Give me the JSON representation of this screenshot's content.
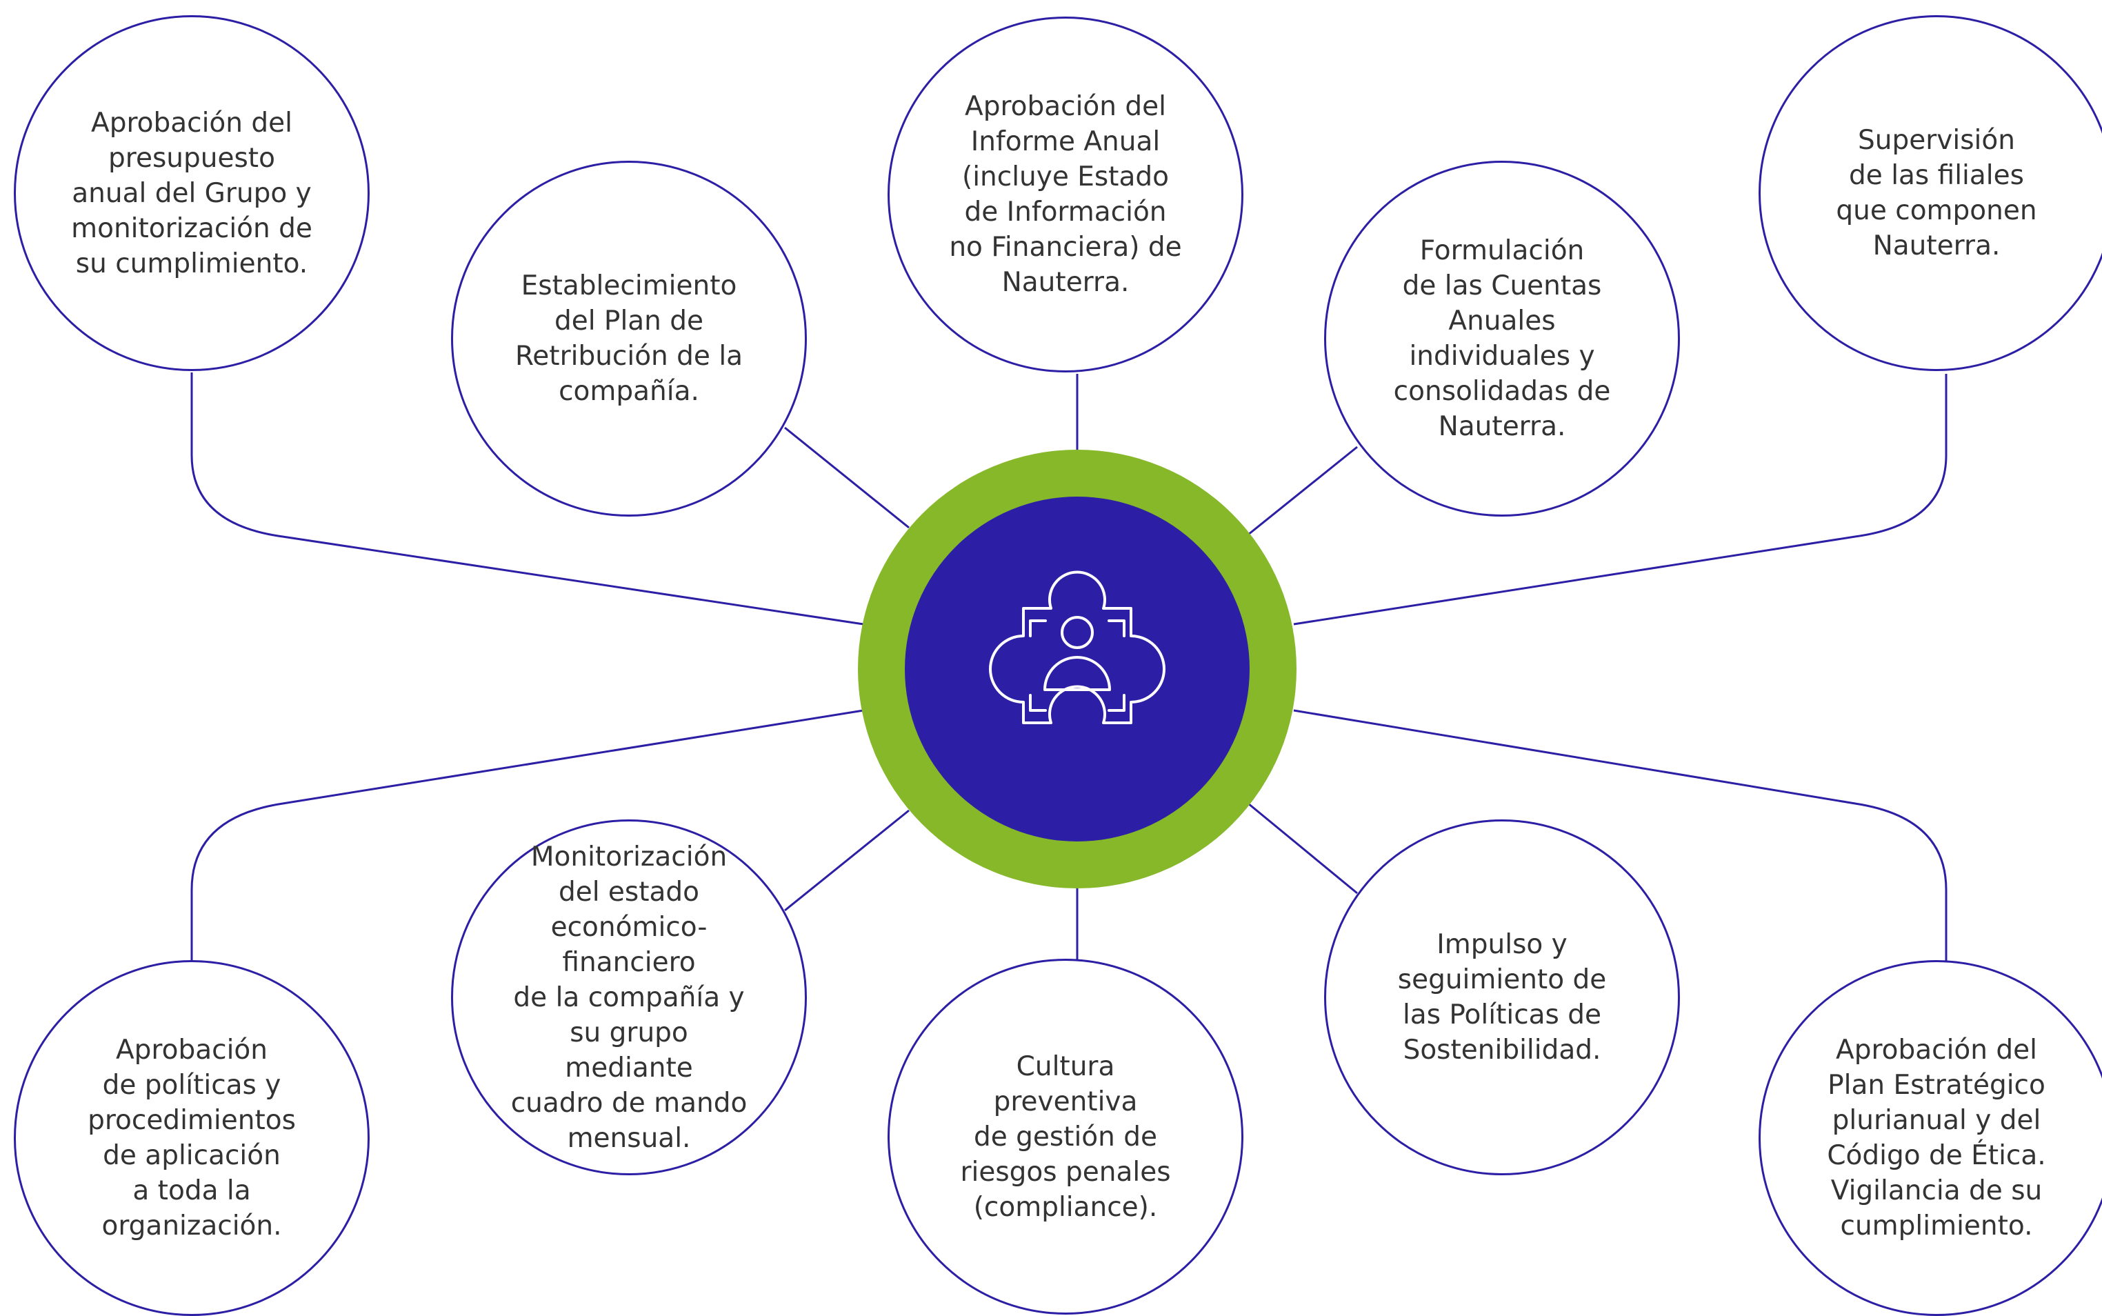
{
  "colors": {
    "line": "#2c1fa5",
    "center_ring": "#86b82a",
    "center_fill": "#2c1fa5",
    "icon": "#ffffff",
    "text": "#333333"
  },
  "center": {
    "icon": "puzzle-person-icon"
  },
  "nodes": [
    {
      "id": "presupuesto",
      "label": "Aprobación del\npresupuesto\nanual del Grupo y\nmonitorización de\nsu cumplimiento."
    },
    {
      "id": "retribucion",
      "label": "Establecimiento\ndel Plan de\nRetribución de la\ncompañía."
    },
    {
      "id": "informe",
      "label": "Aprobación del\nInforme Anual\n(incluye Estado\nde Información\nno Financiera) de\nNauterra."
    },
    {
      "id": "cuentas",
      "label": "Formulación\nde las Cuentas\nAnuales\nindividuales y\nconsolidadas de\nNauterra."
    },
    {
      "id": "filiales",
      "label": "Supervisión\nde las filiales\nque componen\nNauterra."
    },
    {
      "id": "politicas",
      "label": "Aprobación\nde políticas y\nprocedimientos\nde aplicación\na toda la\norganización."
    },
    {
      "id": "monitorizacion",
      "label": "Monitorización\ndel estado\neconómico-financiero\nde la compañía y\nsu grupo mediante\ncuadro de mando\nmensual."
    },
    {
      "id": "cultura",
      "label": "Cultura\npreventiva\nde gestión de\nriesgos penales\n(compliance)."
    },
    {
      "id": "sostenibilidad",
      "label": "Impulso y\nseguimiento de\nlas Políticas de\nSostenibilidad."
    },
    {
      "id": "plan",
      "label": "Aprobación del\nPlan Estratégico\nplurianual y del\nCódigo de Ética.\nVigilancia de su\ncumplimiento."
    }
  ]
}
